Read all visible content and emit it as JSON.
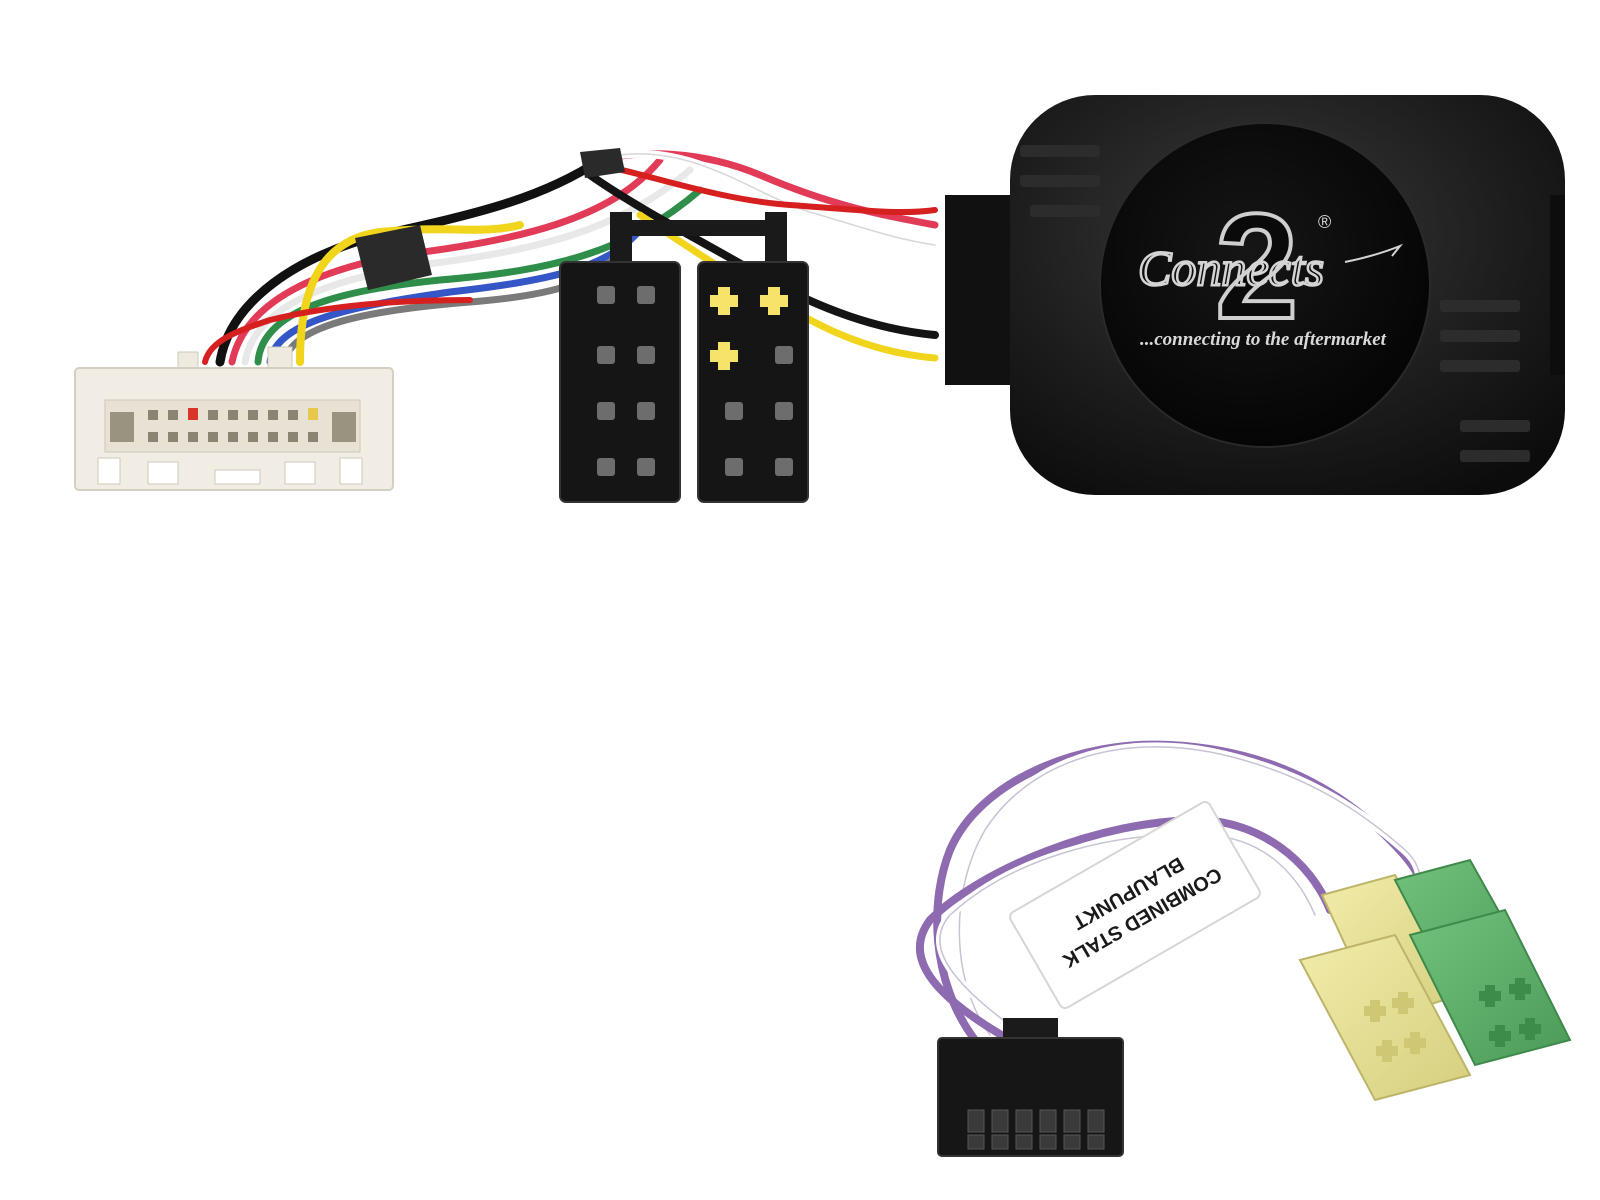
{
  "module": {
    "brand_name": "Connects",
    "brand_numeral": "2",
    "registered_mark": "®",
    "slogan": "...connecting to the aftermarket"
  },
  "label_tag": {
    "line1": "COMBINED STALK",
    "line2": "BLAUPUNKT"
  },
  "colors": {
    "module_body": "#1c1c1c",
    "iso_housing": "#151515",
    "oem_connector": "#f1ede4",
    "mini_iso_yellow": "#e8e39a",
    "mini_iso_green": "#5fae6b",
    "wire_purple": "#8e6bb0"
  }
}
